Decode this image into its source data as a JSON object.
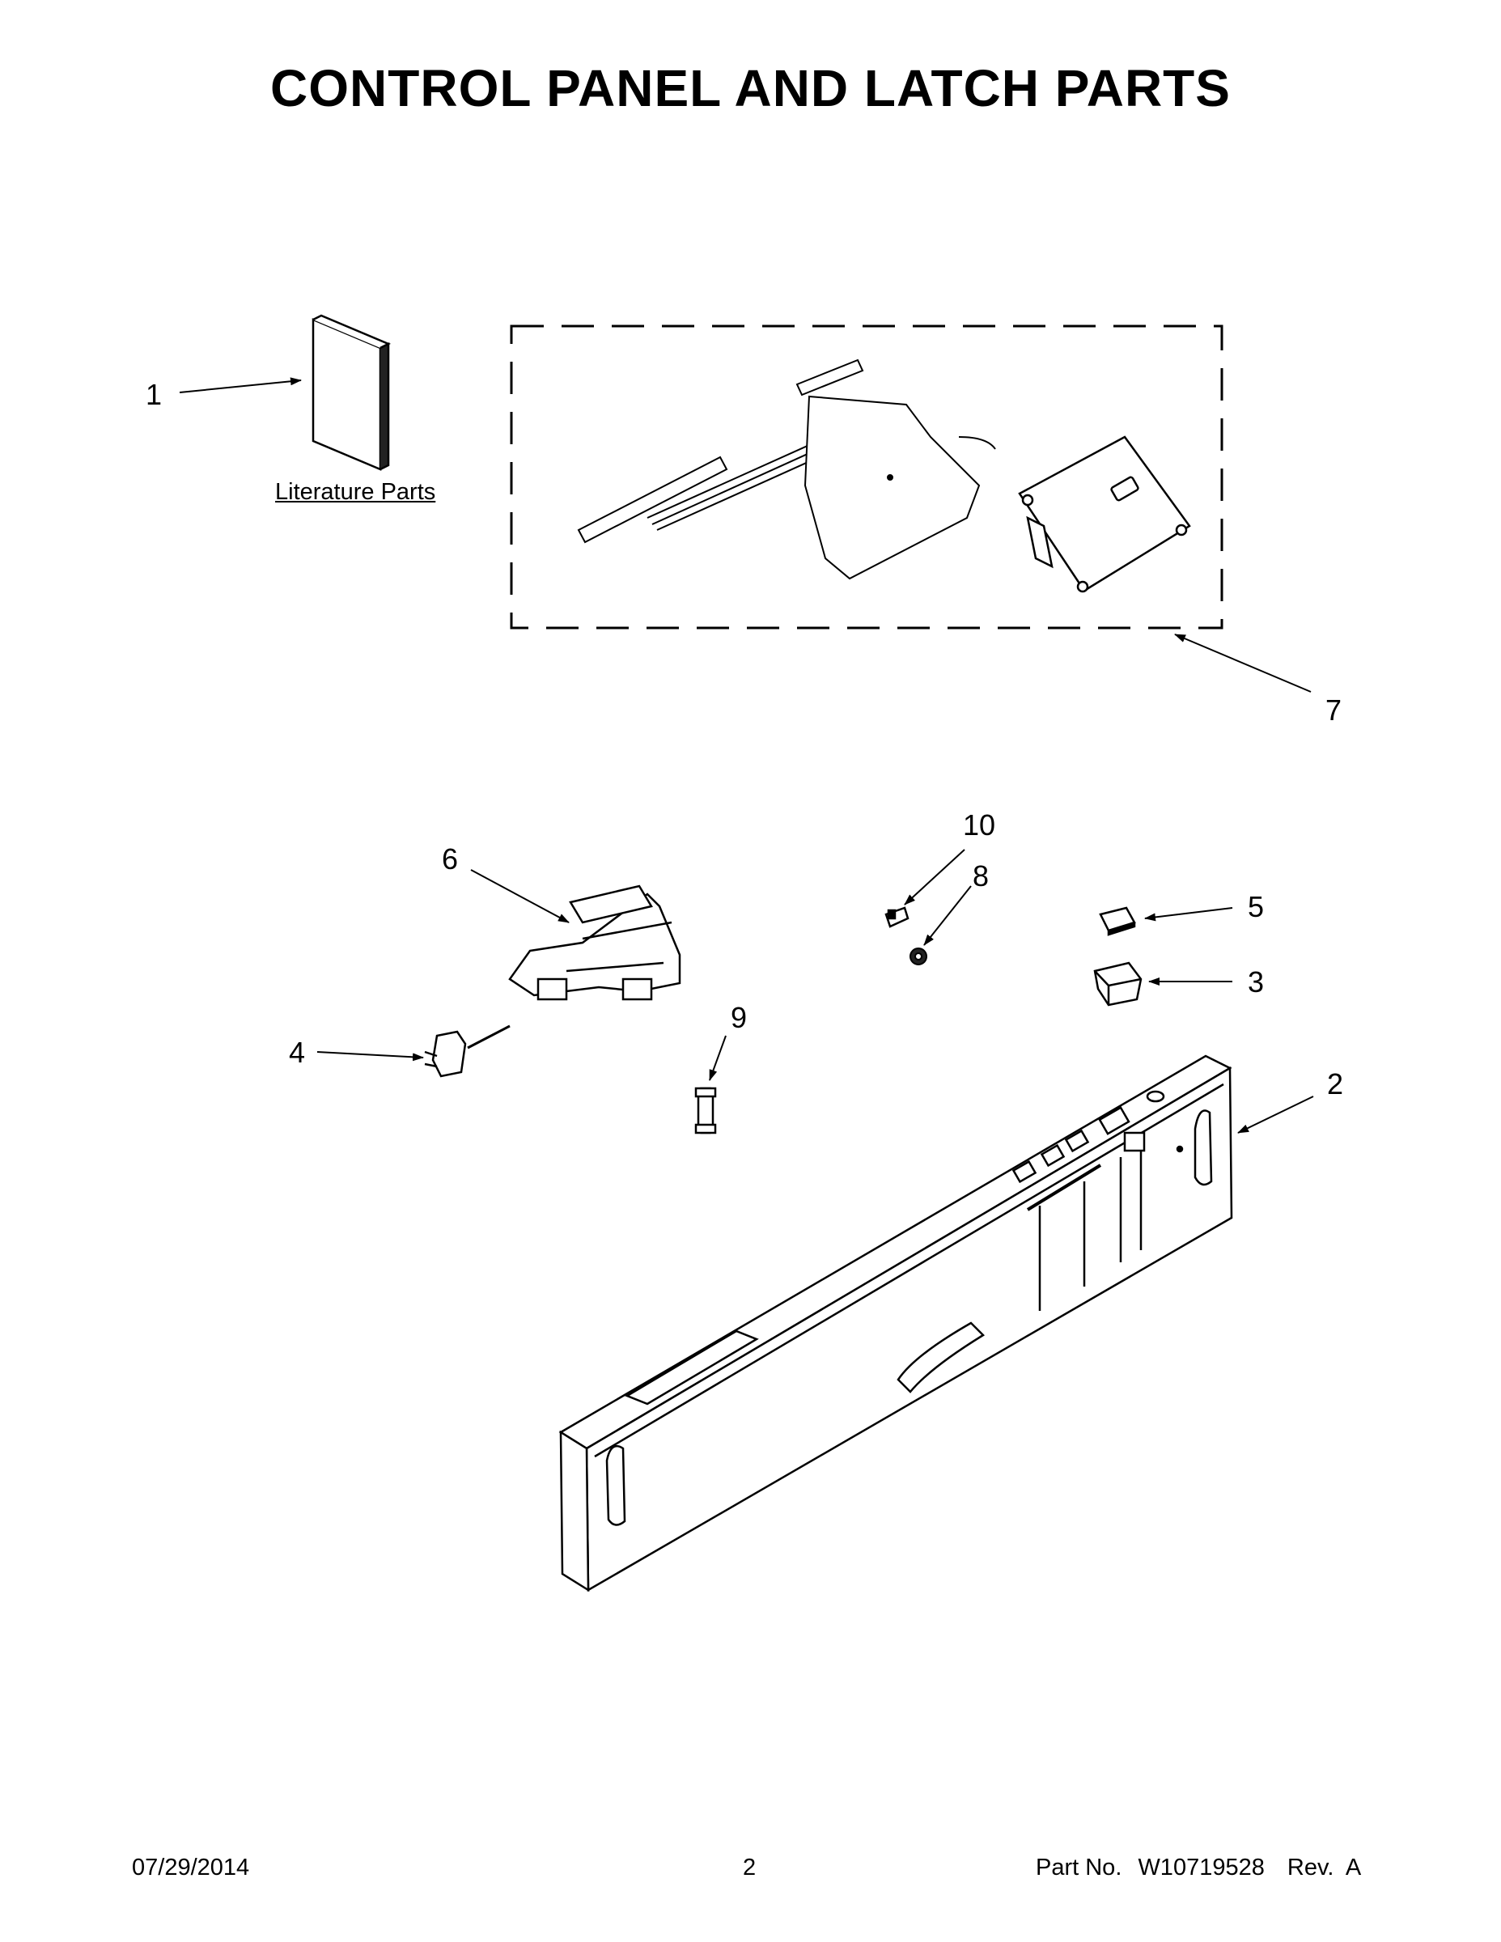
{
  "title": "CONTROL PANEL AND LATCH PARTS",
  "literature_label": "Literature Parts",
  "callouts": [
    "1",
    "2",
    "3",
    "4",
    "5",
    "6",
    "7",
    "8",
    "9",
    "10"
  ],
  "footer": {
    "date": "07/29/2014",
    "page": "2",
    "part_prefix": "Part No.",
    "part_number": "W10719528",
    "revision": "Rev.  A"
  }
}
